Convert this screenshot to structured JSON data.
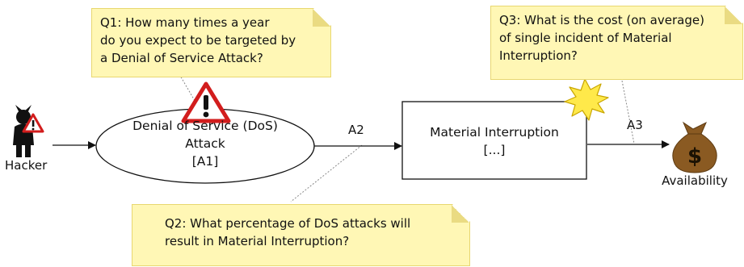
{
  "notes": {
    "q1": "Q1: How many times a year\ndo you expect to be targeted by\na Denial of Service Attack?",
    "q2": "Q2: What percentage of DoS attacks will\nresult in Material Interruption?",
    "q3": "Q3: What is the cost (on average)\nof single incident of Material\nInterruption?"
  },
  "nodes": {
    "hacker": "Hacker",
    "attack_line1": "Denial of Service (DoS)",
    "attack_line2": "Attack",
    "attack_line3": "[A1]",
    "interruption_line1": "Material Interruption",
    "interruption_line2": "[...]",
    "availability": "Availability"
  },
  "edges": {
    "a2": "A2",
    "a3": "A3"
  },
  "icons": {
    "hacker": "hacker-icon",
    "warning": "warning-triangle-icon",
    "burst": "explosion-burst-icon",
    "money_bag": "money-bag-icon",
    "money_bag_symbol": "$"
  },
  "colors": {
    "note_fill": "#fff7b5",
    "warning_red": "#d21d1d",
    "burst_yellow": "#ffe94a",
    "money_bag": "#8a5a22"
  }
}
